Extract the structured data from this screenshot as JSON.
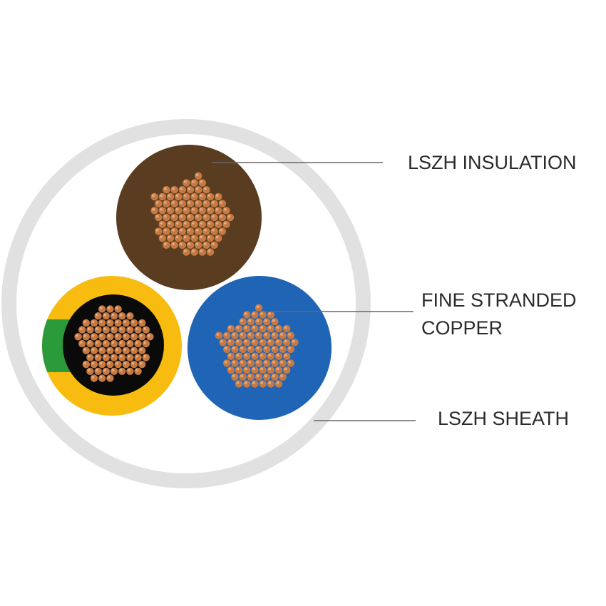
{
  "labels": {
    "insulation": "LSZH INSULATION",
    "copper_line1": "FINE STRANDED",
    "copper_line2": "COPPER",
    "sheath": "LSZH SHEATH"
  },
  "colors": {
    "background": "#ffffff",
    "sheath_ring": "#e1e1e1",
    "sheath_inner": "#ffffff",
    "brown_core": "#5a3d20",
    "blue_core": "#1f64b5",
    "earth_yellow": "#f8bc10",
    "earth_green": "#2a9a3a",
    "earth_inner": "#0a0a0a",
    "copper": "#c57a44",
    "copper_highlight": "#e7a77a",
    "leader_line": "#666666",
    "text": "#2b2b2b"
  }
}
